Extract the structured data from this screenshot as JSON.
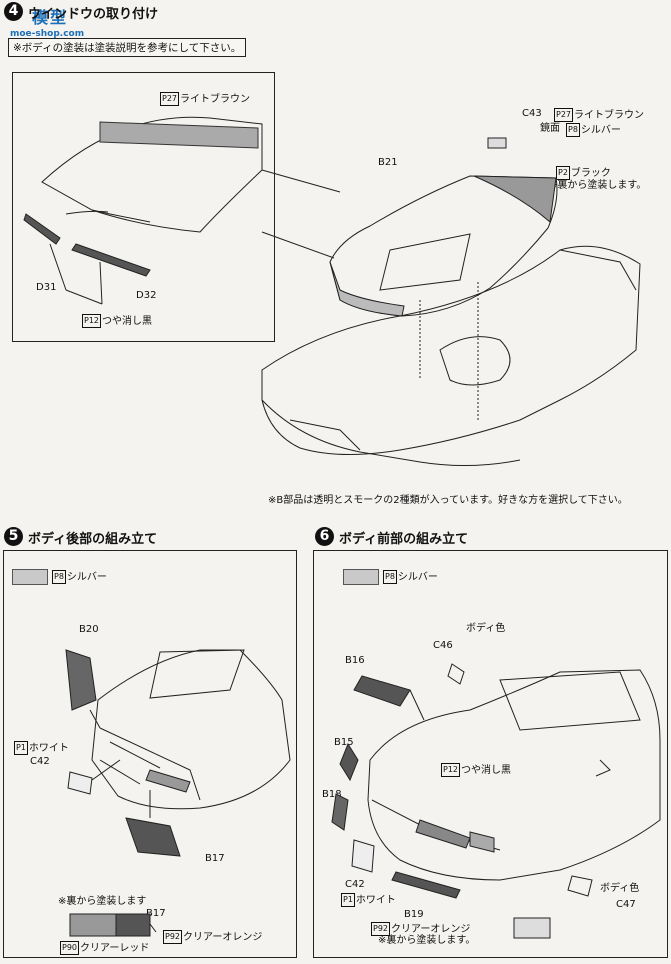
{
  "watermark": {
    "brand": "模型",
    "url": "moe-shop.com"
  },
  "step4": {
    "num": "4",
    "title": "ウインドウの取り付け",
    "note": "※ボディの塗装は塗装説明を参考にして下さい。",
    "labels": {
      "light_brown": "ライトブラウン",
      "c43": "C43",
      "light_brown_2": "ライトブラウン",
      "mirror": "鏡面",
      "silver": "シルバー",
      "b21": "B21",
      "black": "ブラック",
      "back_paint": "※裏から塗装します。",
      "d31": "D31",
      "d32": "D32",
      "matte_black": "つや消し黒"
    },
    "codes": {
      "c27": "27",
      "c27b": "27",
      "c8": "8",
      "c2": "2",
      "c12": "12"
    },
    "footer": "※B部品は透明とスモークの2種類が入っています。好きな方を選択して下さい。"
  },
  "step5": {
    "num": "5",
    "title": "ボディ後部の組み立て",
    "legend": "シルバー",
    "legend_code": "8",
    "labels": {
      "b20": "B20",
      "white": "ホワイト",
      "white_code": "1",
      "c42": "C42",
      "b17": "B17",
      "back_paint": "※裏から塗装します",
      "b17b": "B17",
      "clear_orange": "クリアーオレンジ",
      "clear_orange_code": "92",
      "clear_red": "クリアーレッド",
      "clear_red_code": "90"
    }
  },
  "step6": {
    "num": "6",
    "title": "ボディ前部の組み立て",
    "legend": "シルバー",
    "legend_code": "8",
    "labels": {
      "body_color": "ボディ色",
      "c46": "C46",
      "b16": "B16",
      "matte_black": "つや消し黒",
      "matte_black_code": "12",
      "b15": "B15",
      "b18": "B18",
      "c42": "C42",
      "white": "ホワイト",
      "white_code": "1",
      "b19": "B19",
      "clear_orange": "クリアーオレンジ",
      "clear_orange_code": "92",
      "back_paint": "※裏から塗装します。",
      "body_color_2": "ボディ色",
      "c47": "C47"
    }
  }
}
